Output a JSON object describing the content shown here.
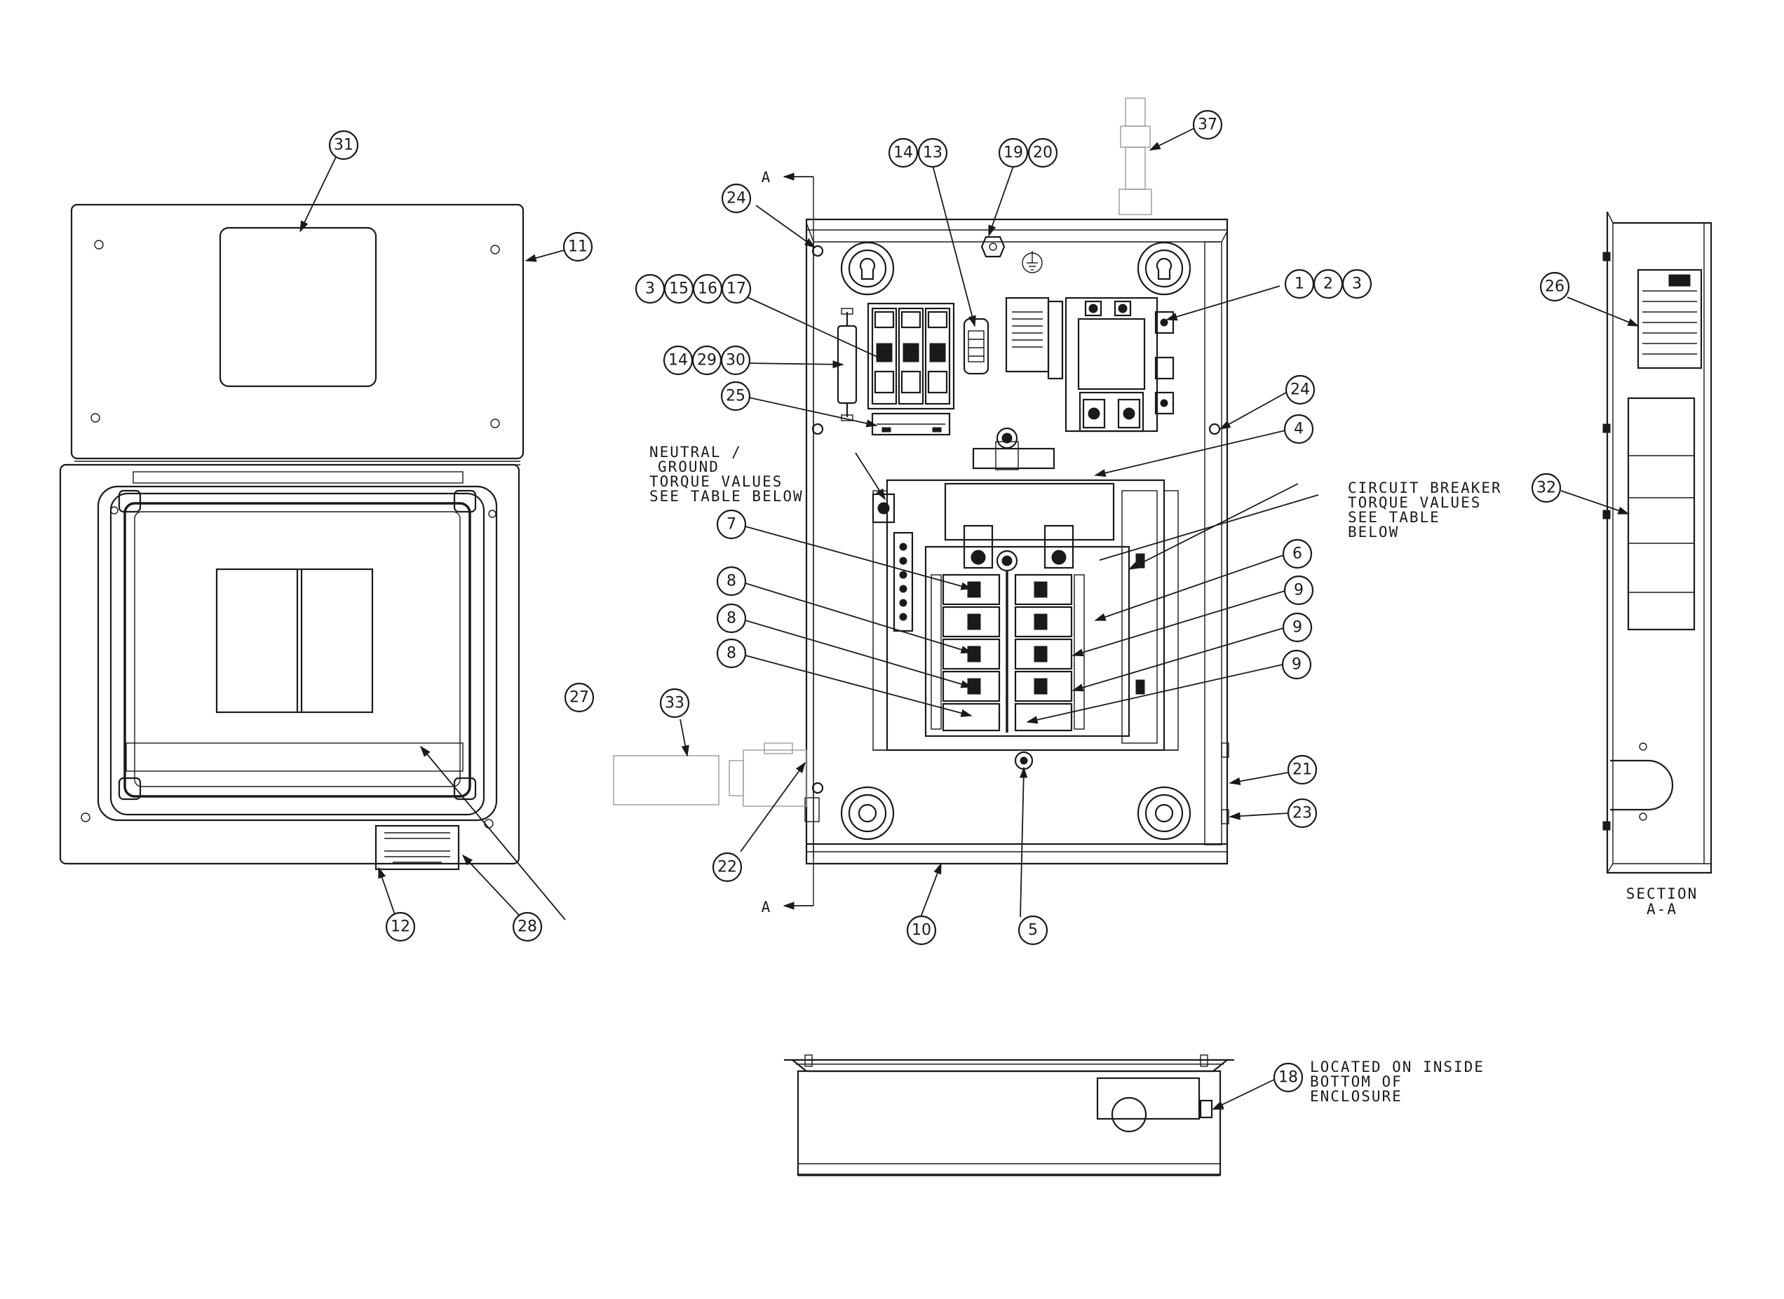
{
  "callouts": [
    "1",
    "2",
    "3",
    "4",
    "5",
    "6",
    "7",
    "8",
    "9",
    "10",
    "11",
    "12",
    "13",
    "14",
    "15",
    "16",
    "17",
    "18",
    "19",
    "20",
    "21",
    "22",
    "23",
    "24",
    "25",
    "26",
    "27",
    "28",
    "29",
    "30",
    "31",
    "32",
    "33",
    "37"
  ],
  "notes": {
    "neutral_ground_torque": [
      "NEUTRAL /",
      "GROUND",
      "TORQUE VALUES",
      "SEE TABLE BELOW"
    ],
    "circuit_breaker_torque": [
      "CIRCUIT BREAKER",
      "TORQUE VALUES",
      "SEE TABLE",
      "BELOW"
    ],
    "inside_bottom": [
      "LOCATED ON INSIDE",
      "BOTTOM OF",
      "ENCLOSURE"
    ],
    "section_title": [
      "SECTION",
      "A-A"
    ],
    "section_arrow_label": "A"
  }
}
